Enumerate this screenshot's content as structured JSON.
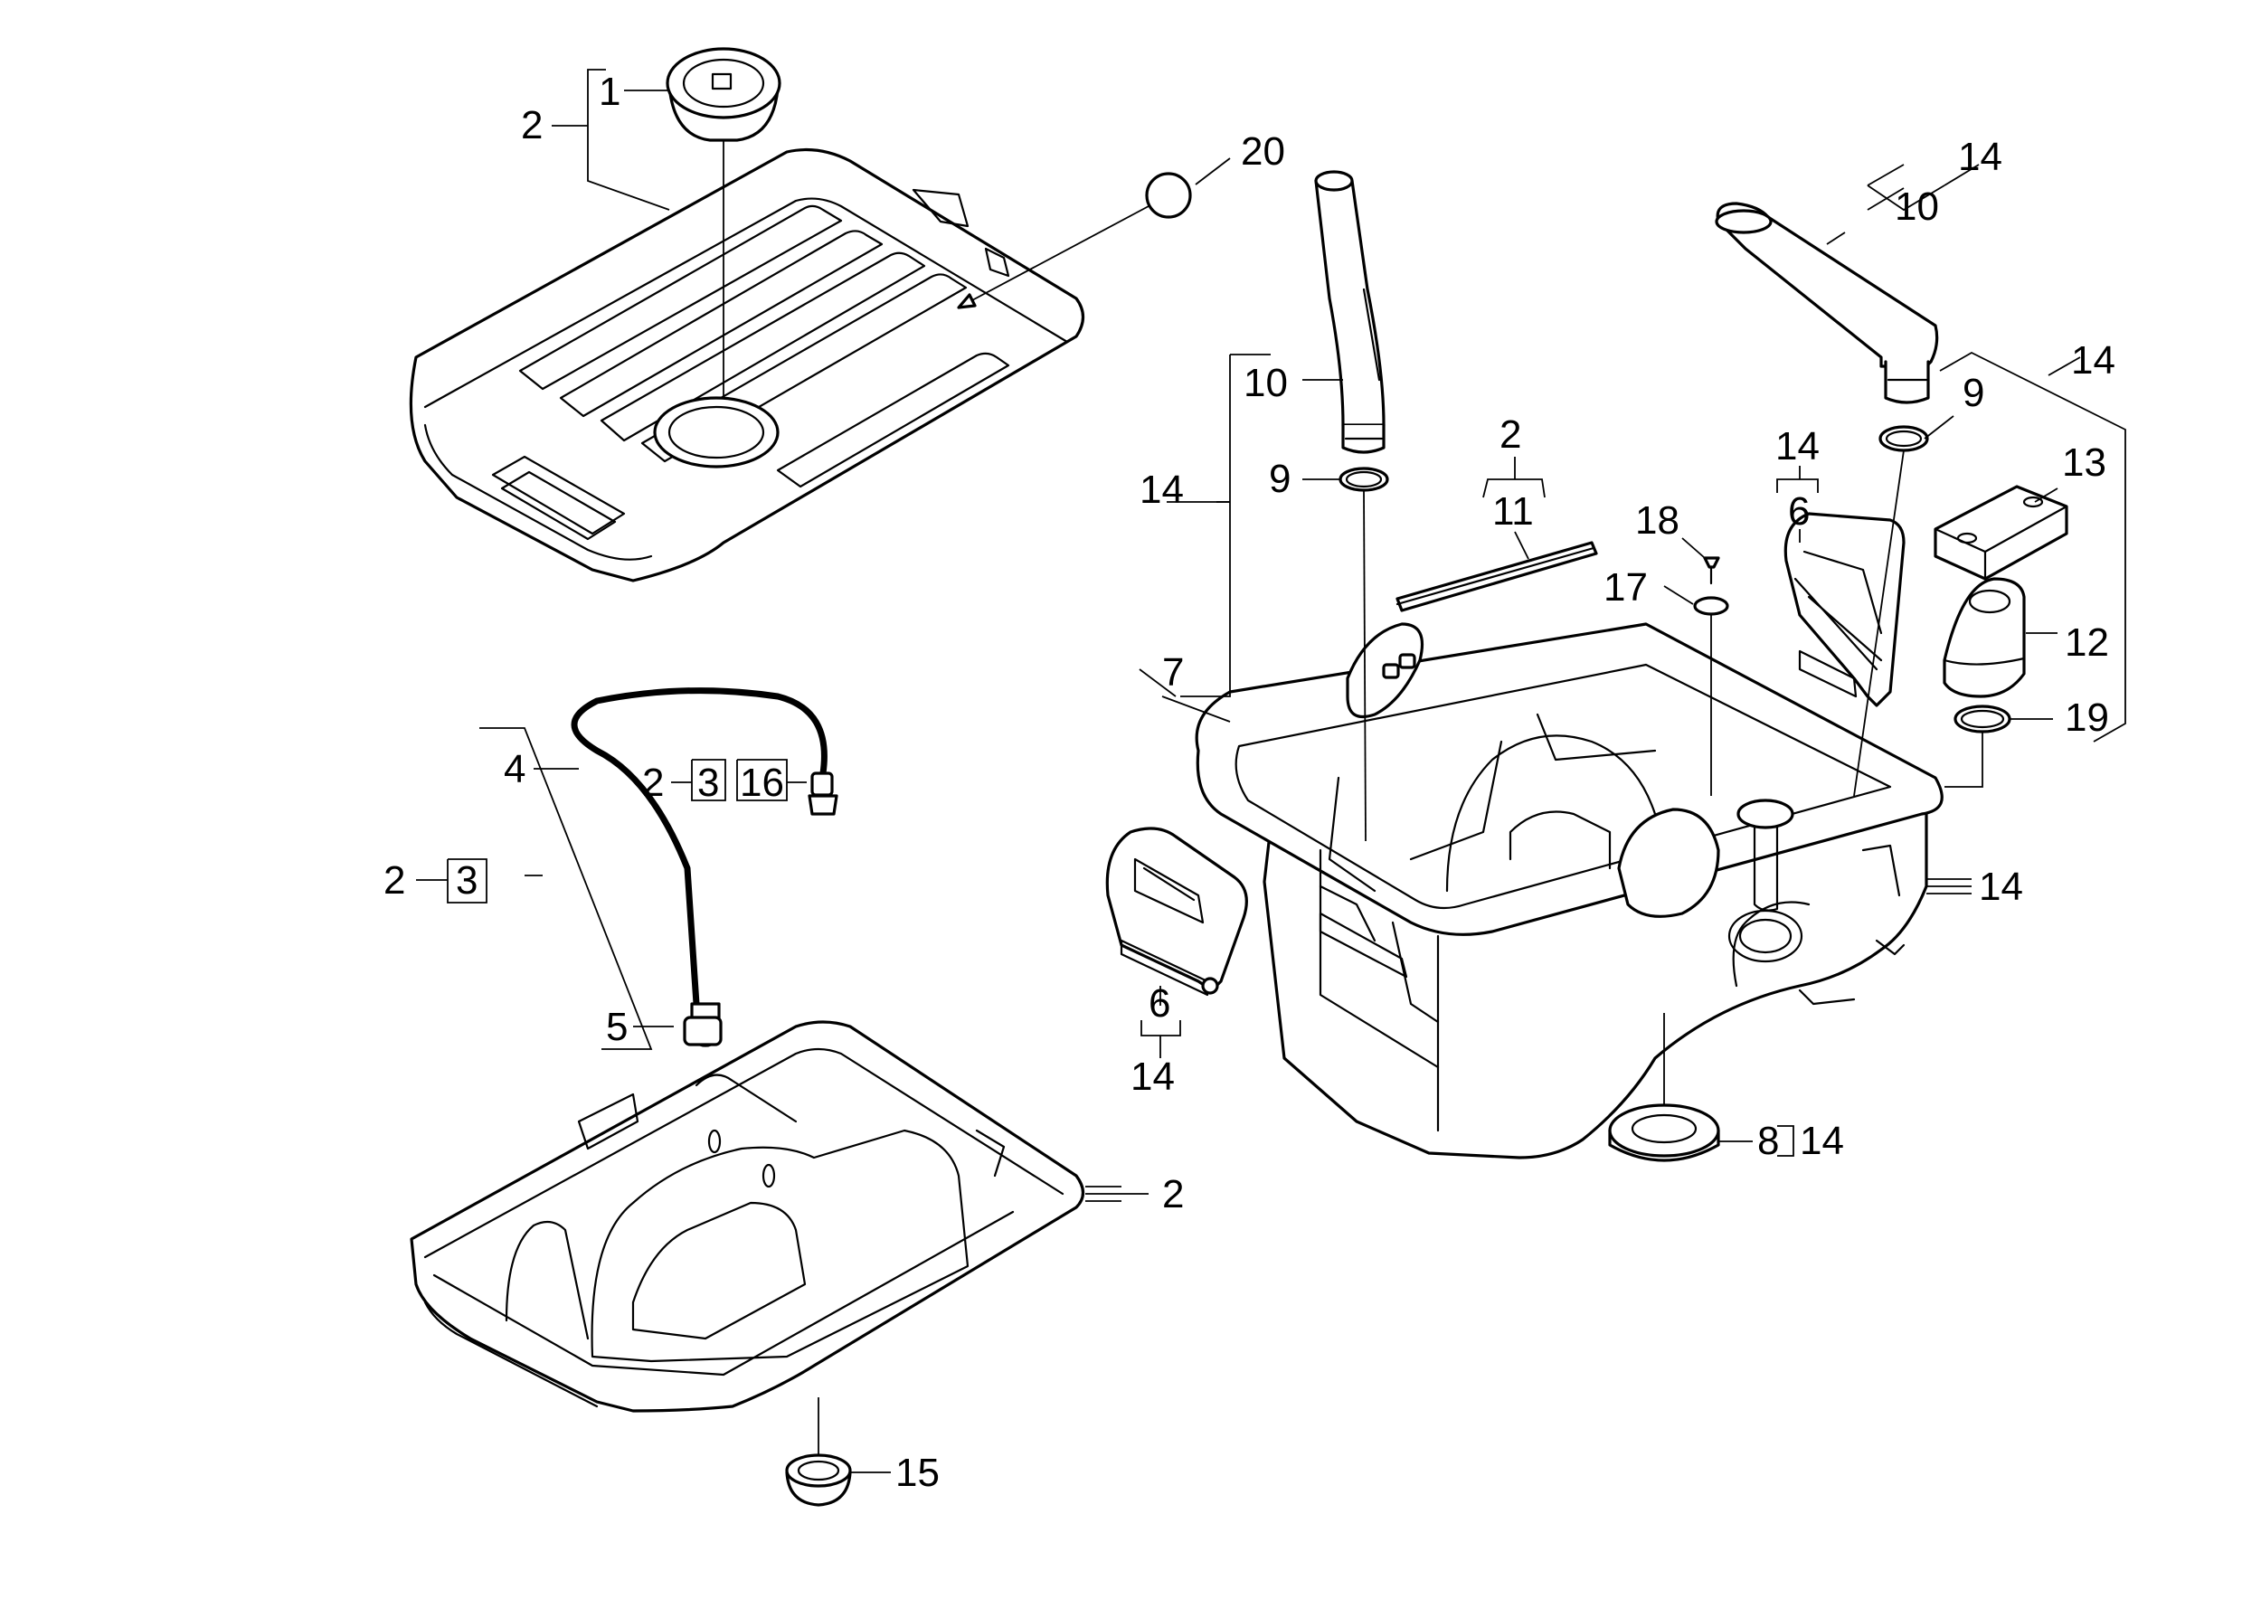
{
  "diagram": {
    "callouts": {
      "c_1": "1",
      "c_2_top": "2",
      "c_20": "20",
      "c_14_tr": "14",
      "c_10_tr": "10",
      "c_14_right": "14",
      "c_9_right": "9",
      "c_13": "13",
      "c_12": "12",
      "c_19": "19",
      "c_10_left": "10",
      "c_14_left": "14",
      "c_9_left": "9",
      "c_7": "7",
      "c_2_mid": "2",
      "c_11": "11",
      "c_18": "18",
      "c_17": "17",
      "c_14_six": "14",
      "c_6_top": "6",
      "c_14_side": "14",
      "c_4": "4",
      "c_2_hose": "2",
      "c_3_hose": "3",
      "c_16": "16",
      "c_2_left": "2",
      "c_3_left": "3",
      "c_5": "5",
      "c_6_bottom": "6",
      "c_14_bottom": "14",
      "c_8": "8",
      "c_14_eight": "14",
      "c_2_base": "2",
      "c_15": "15"
    }
  }
}
